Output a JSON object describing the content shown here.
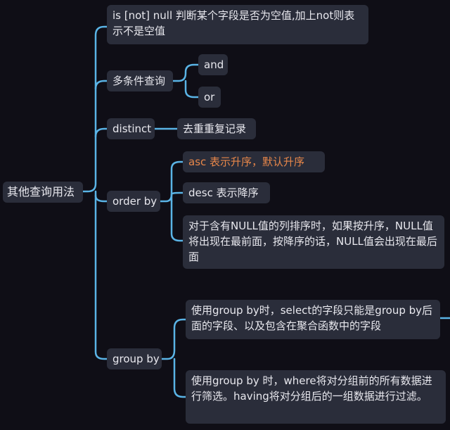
{
  "colors": {
    "background": "#0f0e16",
    "node_fill": "#2a2d3a",
    "node_text": "#e8e8ee",
    "connector": "#5ab4e6",
    "highlight_text": "#e8874a"
  },
  "root": {
    "label": "其他查询用法"
  },
  "branches": {
    "is_null": {
      "text": "is [not] null 判断某个字段是否为空值,加上not则表示不是空值"
    },
    "multi": {
      "label": "多条件查询",
      "and": "and",
      "or": "or"
    },
    "distinct": {
      "label": "distinct",
      "desc": "去重重复记录"
    },
    "order_by": {
      "label": "order by",
      "asc": "asc 表示升序，默认升序",
      "desc": "desc 表示降序",
      "null_note": "对于含有NULL值的列排序时，如果按升序，NULL值将出现在最前面，按降序的话，NULL值会出现在最后面"
    },
    "group_by": {
      "label": "group by",
      "note1": "使用group by时，select的字段只能是group by后面的字段、以及包含在聚合函数中的字段",
      "note2": "使用group by 时，where将对分组前的所有数据进行筛选。having将对分组后的一组数据进行过滤。"
    }
  }
}
